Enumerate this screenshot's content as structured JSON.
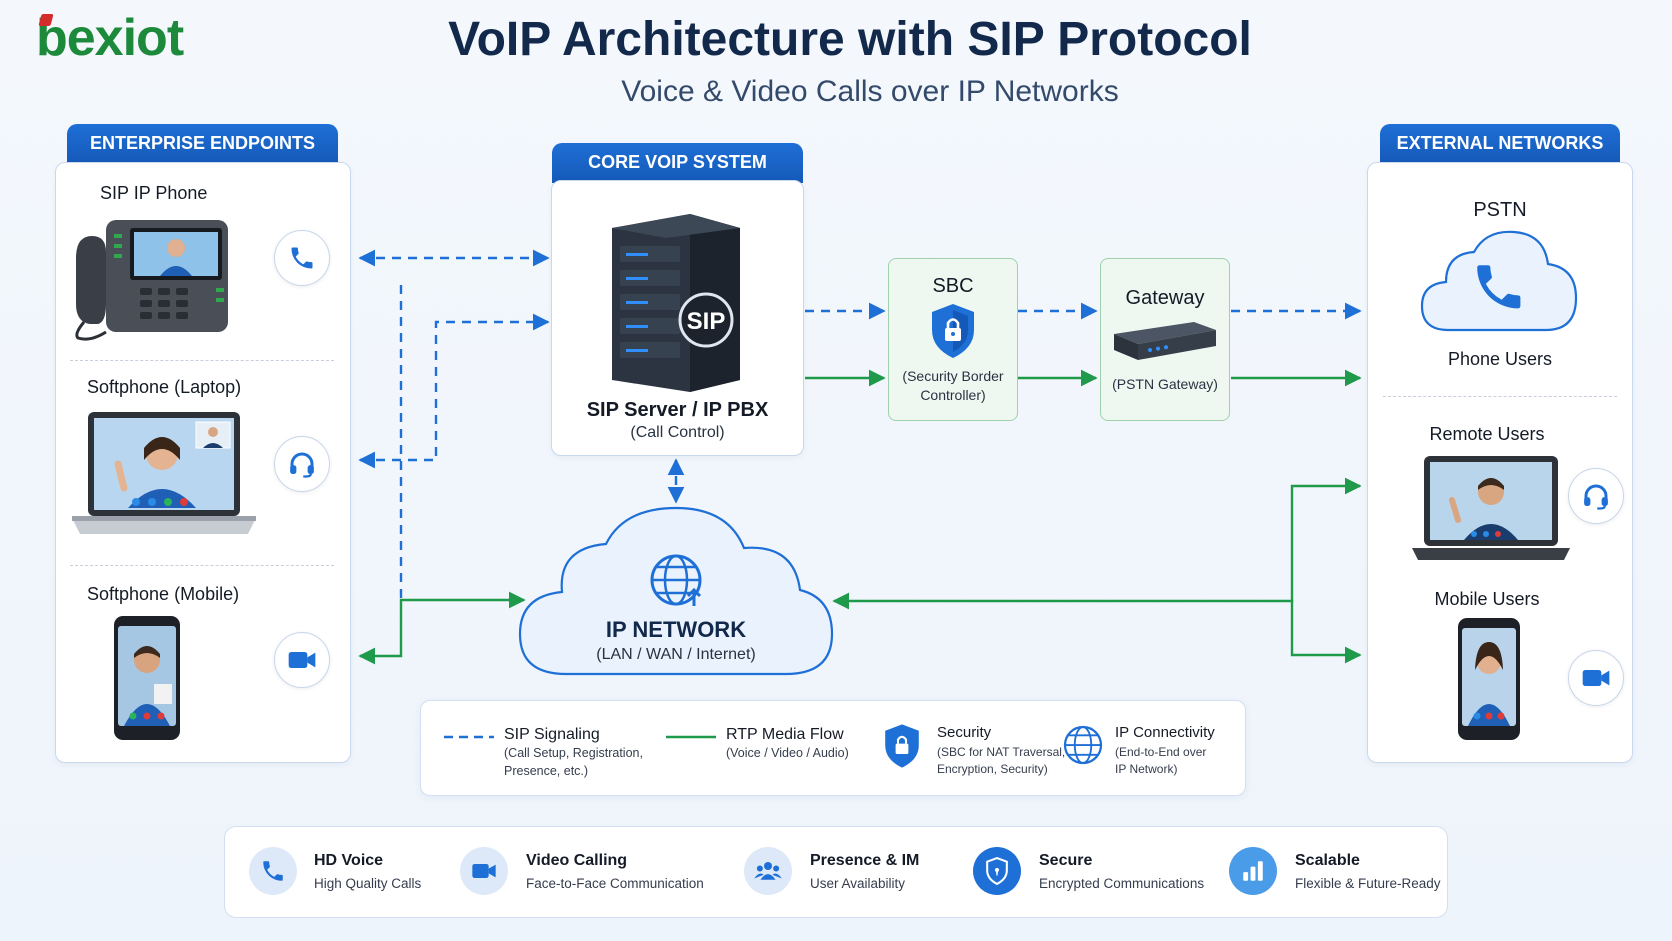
{
  "brand": {
    "logo_text": "bexiot"
  },
  "header": {
    "title": "VoIP Architecture with SIP Protocol",
    "subtitle": "Voice & Video Calls over IP Networks"
  },
  "enterprise": {
    "tab": "ENTERPRISE ENDPOINTS",
    "items": [
      {
        "label": "SIP IP Phone",
        "icon": "phone-icon"
      },
      {
        "label": "Softphone (Laptop)",
        "icon": "headset-icon"
      },
      {
        "label": "Softphone (Mobile)",
        "icon": "video-camera-icon"
      }
    ]
  },
  "core": {
    "tab": "CORE VOIP SYSTEM",
    "server_badge": "SIP",
    "server_label": "SIP Server / IP PBX",
    "server_sub": "(Call Control)"
  },
  "sbc": {
    "title": "SBC",
    "sub_line1": "(Security Border",
    "sub_line2": "Controller)"
  },
  "gateway": {
    "title": "Gateway",
    "sub": "(PSTN Gateway)"
  },
  "network": {
    "title": "IP NETWORK",
    "sub": "(LAN / WAN / Internet)"
  },
  "external": {
    "tab": "EXTERNAL NETWORKS",
    "pstn_title": "PSTN",
    "pstn_sub": "Phone Users",
    "remote": "Remote Users",
    "mobile": "Mobile Users"
  },
  "legend": {
    "sip": {
      "title": "SIP Signaling",
      "line1": "(Call Setup, Registration,",
      "line2": "Presence, etc.)"
    },
    "rtp": {
      "title": "RTP Media Flow",
      "line1": "(Voice / Video / Audio)"
    },
    "sec": {
      "title": "Security",
      "line1": "(SBC for NAT Traversal,",
      "line2": "Encryption, Security)"
    },
    "ipc": {
      "title": "IP Connectivity",
      "line1": "(End-to-End over",
      "line2": "IP Network)"
    }
  },
  "features": [
    {
      "title": "HD Voice",
      "sub": "High Quality Calls",
      "icon": "phone-icon"
    },
    {
      "title": "Video Calling",
      "sub": "Face-to-Face Communication",
      "icon": "video-camera-icon"
    },
    {
      "title": "Presence & IM",
      "sub": "User Availability",
      "icon": "users-icon"
    },
    {
      "title": "Secure",
      "sub": "Encrypted Communications",
      "icon": "shield-icon"
    },
    {
      "title": "Scalable",
      "sub": "Flexible & Future-Ready",
      "icon": "bar-chart-icon"
    }
  ],
  "colors": {
    "blue": "#1e6fd6",
    "green": "#1f9a4a",
    "navy": "#13294b"
  }
}
